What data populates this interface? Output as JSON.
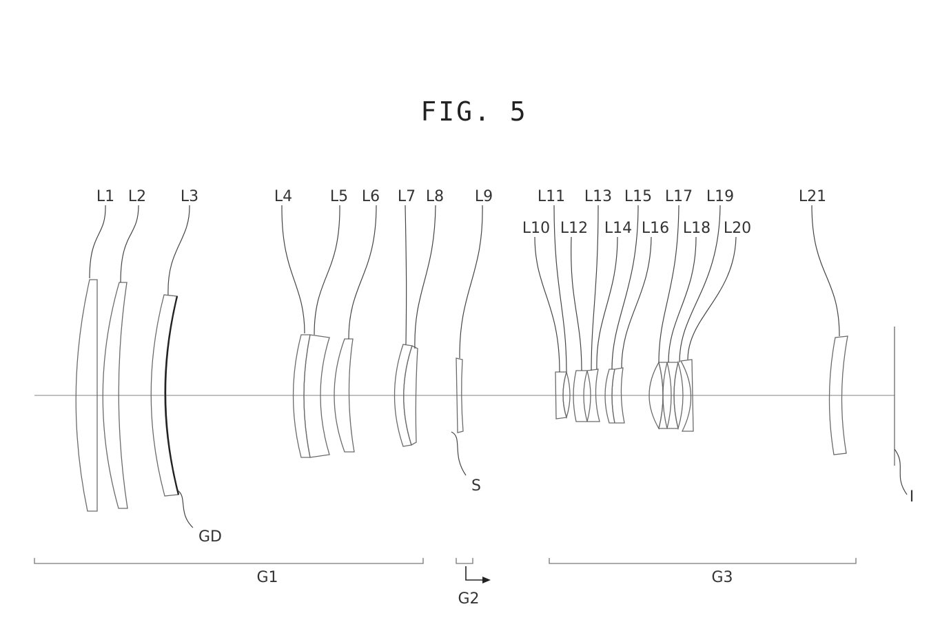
{
  "figure": {
    "title": "FIG. 5",
    "lenses": [
      "L1",
      "L2",
      "L3",
      "L4",
      "L5",
      "L6",
      "L7",
      "L8",
      "L9",
      "L10",
      "L11",
      "L12",
      "L13",
      "L14",
      "L15",
      "L16",
      "L17",
      "L18",
      "L19",
      "L20",
      "L21"
    ],
    "markers": {
      "stop": "S",
      "diffractive": "GD",
      "image": "I"
    },
    "groups": [
      "G1",
      "G2",
      "G3"
    ]
  },
  "colors": {
    "line": "#6a6a6a",
    "text": "#333333",
    "axis": "#9a9a9a"
  }
}
